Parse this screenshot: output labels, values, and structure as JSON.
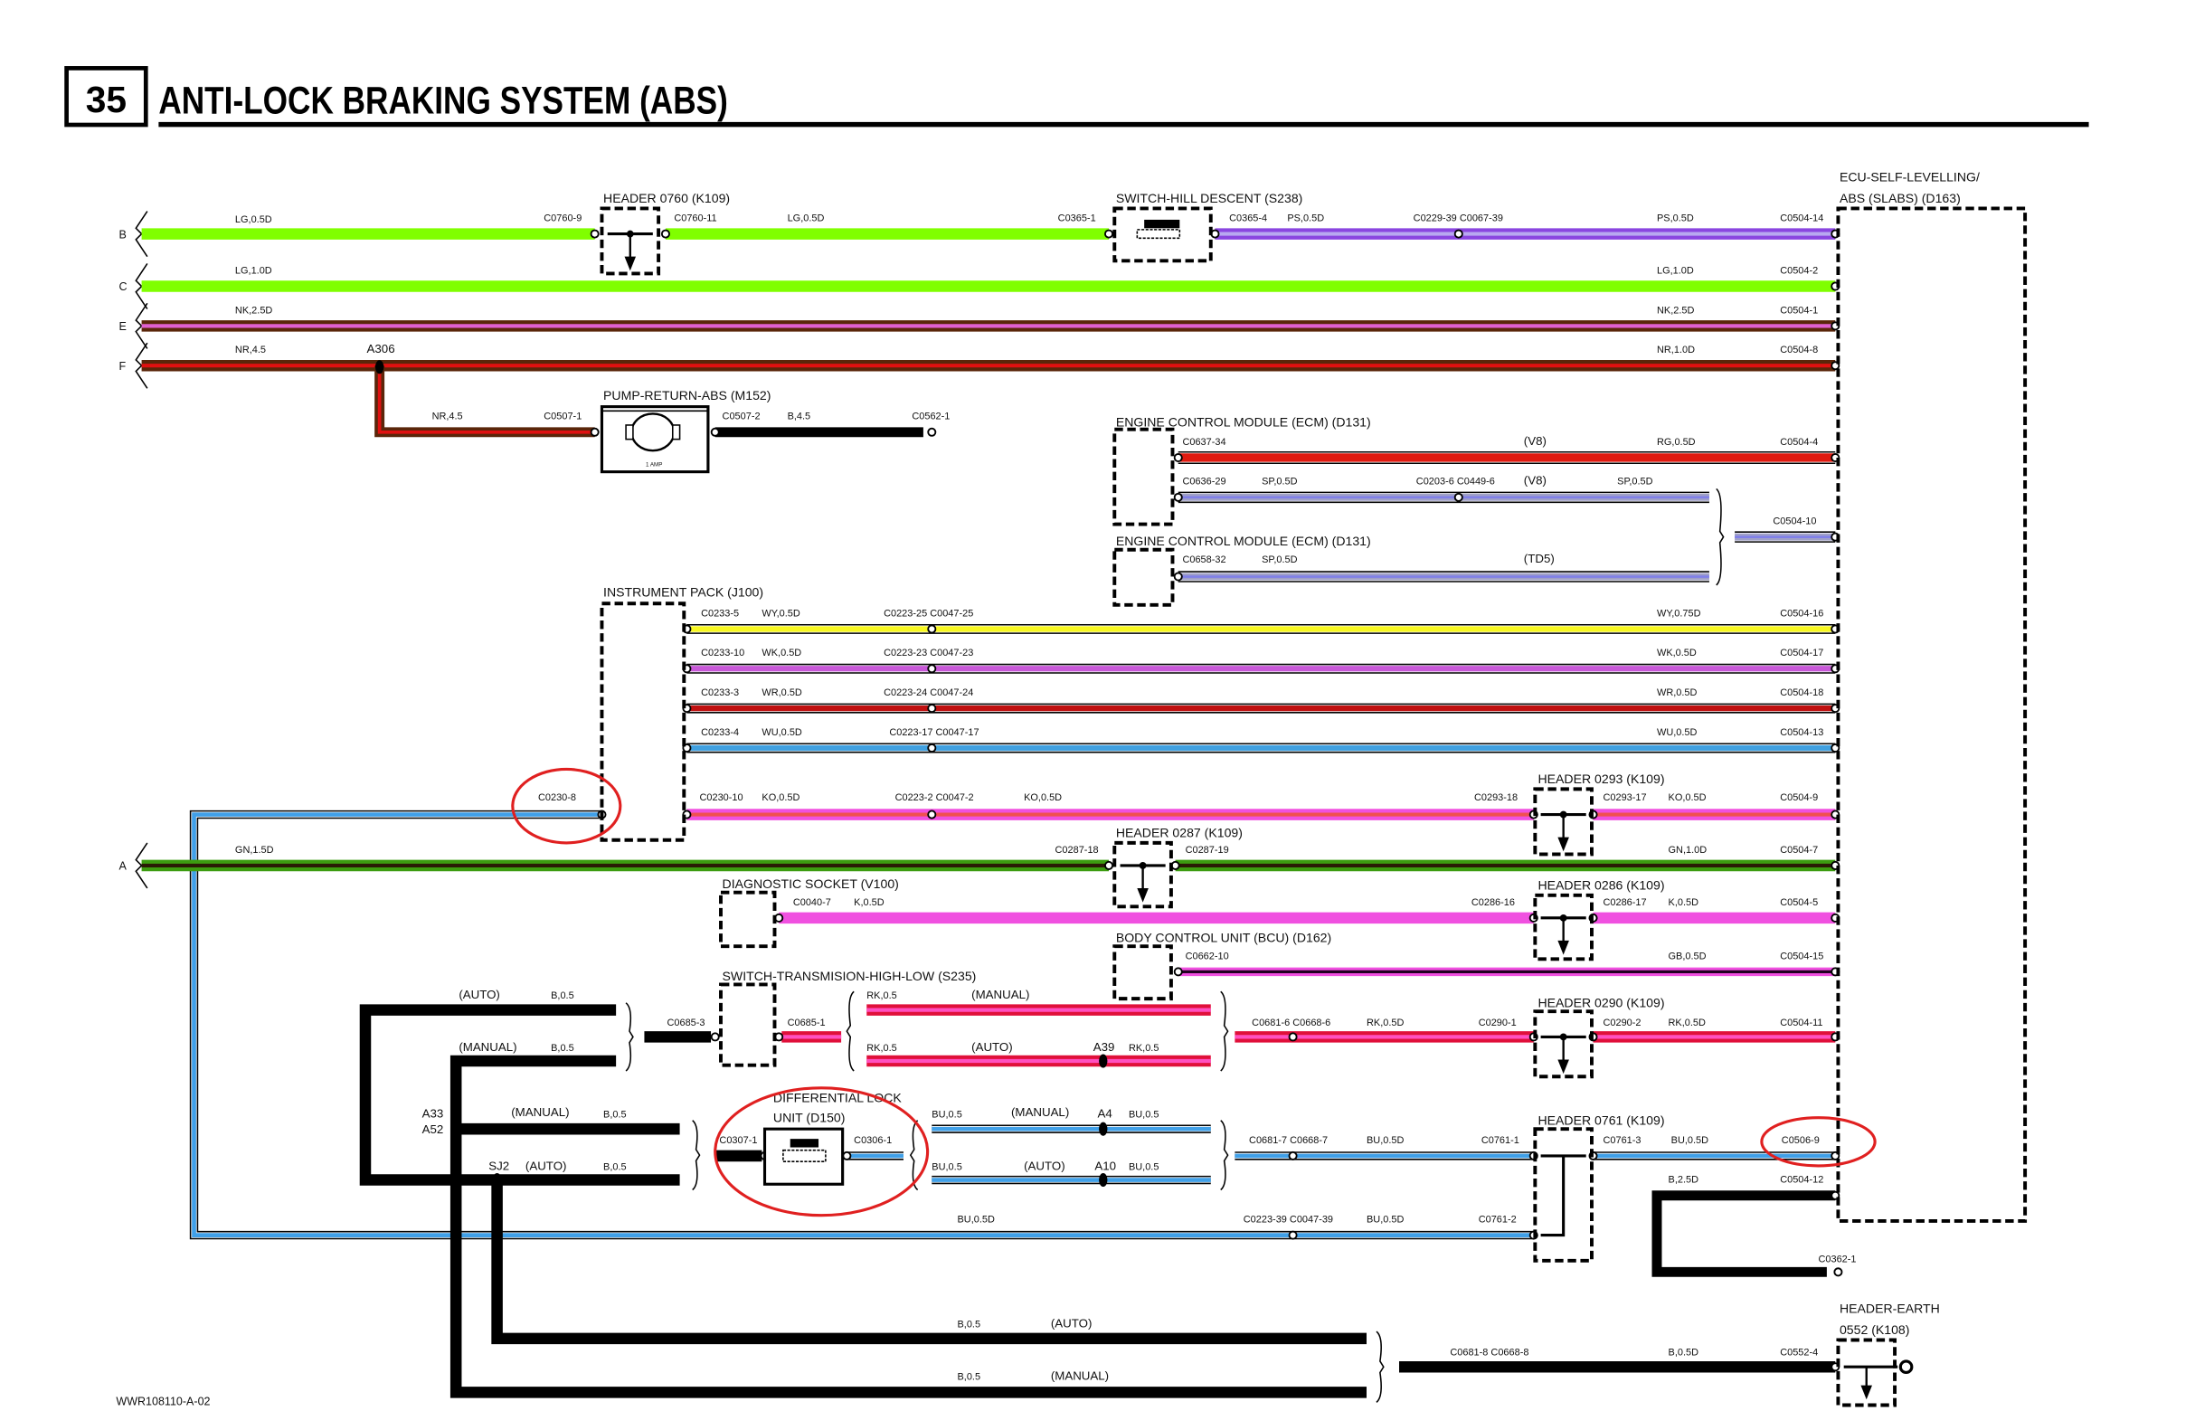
{
  "page": {
    "number": "35",
    "title": "ANTI-LOCK BRAKING SYSTEM (ABS)",
    "drawing_ref": "WWR108110-A-02"
  },
  "colors": {
    "lg": "#80ff00",
    "ps": "#8a45e0",
    "ps_stripe": "#b8a8f0",
    "brown": "#5a260a",
    "nk_stripe": "#e060d0",
    "nr_stripe": "#e01010",
    "red": "#e01a10",
    "sp": "#a0a0c8",
    "sp_stripe": "#8080e8",
    "wy": "#f8f820",
    "wk": "#c858d8",
    "wr": "#c01010",
    "wu": "#40a0e0",
    "ko": "#f050e0",
    "ko_stripe": "#f05050",
    "gn": "#3c9c10",
    "gn_stripe": "#2a1a05",
    "rk": "#e0103a",
    "rk_stripe": "#ff50c0",
    "bu": "#40a0e8",
    "black": "#000000",
    "annotation": "#e02020"
  },
  "buses": [
    "B",
    "C",
    "E",
    "F",
    "A"
  ],
  "components": [
    "HEADER 0760 (K109)",
    "SWITCH-HILL DESCENT (S238)",
    "ECU-SELF-LEVELLING/",
    "ABS (SLABS) (D163)",
    "PUMP-RETURN-ABS (M152)",
    "ENGINE CONTROL MODULE (ECM) (D131)",
    "ENGINE CONTROL MODULE (ECM) (D131)",
    "INSTRUMENT PACK (J100)",
    "HEADER 0293 (K109)",
    "HEADER 0287 (K109)",
    "DIAGNOSTIC SOCKET (V100)",
    "HEADER 0286 (K109)",
    "BODY CONTROL UNIT (BCU) (D162)",
    "SWITCH-TRANSMISION-HIGH-LOW (S235)",
    "HEADER 0290 (K109)",
    "DIFFERENTIAL LOCK",
    "UNIT (D150)",
    "HEADER 0761 (K109)",
    "HEADER-EARTH",
    "0552 (K108)",
    "1 AMP"
  ],
  "labels": [
    "LG,0.5D",
    "C0760-9",
    "C0760-11",
    "LG,0.5D",
    "C0365-1",
    "C0365-4",
    "PS,0.5D",
    "C0229-39 C0067-39",
    "PS,0.5D",
    "C0504-14",
    "LG,1.0D",
    "LG,1.0D",
    "C0504-2",
    "NK,2.5D",
    "NK,2.5D",
    "C0504-1",
    "NR,4.5",
    "A306",
    "NR,1.0D",
    "C0504-8",
    "NR,4.5",
    "C0507-1",
    "C0507-2",
    "B,4.5",
    "C0562-1",
    "C0637-34",
    "(V8)",
    "RG,0.5D",
    "C0504-4",
    "C0636-29",
    "SP,0.5D",
    "C0203-6 C0449-6",
    "(V8)",
    "SP,0.5D",
    "C0504-10",
    "C0658-32",
    "SP,0.5D",
    "(TD5)",
    "C0233-5",
    "WY,0.5D",
    "C0223-25 C0047-25",
    "WY,0.75D",
    "C0504-16",
    "C0233-10",
    "WK,0.5D",
    "C0223-23 C0047-23",
    "WK,0.5D",
    "C0504-17",
    "C0233-3",
    "WR,0.5D",
    "C0223-24 C0047-24",
    "WR,0.5D",
    "C0504-18",
    "C0233-4",
    "WU,0.5D",
    "C0223-17 C0047-17",
    "WU,0.5D",
    "C0504-13",
    "C0230-8",
    "C0230-10",
    "KO,0.5D",
    "C0223-2 C0047-2",
    "KO,0.5D",
    "C0293-18",
    "C0293-17",
    "KO,0.5D",
    "C0504-9",
    "GN,1.5D",
    "C0287-18",
    "C0287-19",
    "GN,1.0D",
    "C0504-7",
    "C0040-7",
    "K,0.5D",
    "C0286-16",
    "C0286-17",
    "K,0.5D",
    "C0504-5",
    "C0662-10",
    "GB,0.5D",
    "C0504-15",
    "(AUTO)",
    "B,0.5",
    "(MANUAL)",
    "B,0.5",
    "C0685-3",
    "C0685-1",
    "RK,0.5",
    "(MANUAL)",
    "RK,0.5",
    "(AUTO)",
    "A39",
    "RK,0.5",
    "C0681-6 C0668-6",
    "RK,0.5D",
    "C0290-1",
    "C0290-2",
    "RK,0.5D",
    "C0504-11",
    "A33",
    "A52",
    "(MANUAL)",
    "B,0.5",
    "SJ2",
    "(AUTO)",
    "B,0.5",
    "C0307-1",
    "C0306-1",
    "BU,0.5",
    "(MANUAL)",
    "A4",
    "BU,0.5",
    "BU,0.5",
    "(AUTO)",
    "A10",
    "BU,0.5",
    "C0681-7 C0668-7",
    "BU,0.5D",
    "C0761-1",
    "C0761-3",
    "BU,0.5D",
    "C0506-9",
    "B,2.5D",
    "C0504-12",
    "BU,0.5D",
    "C0223-39 C0047-39",
    "BU,0.5D",
    "C0761-2",
    "C0362-1",
    "B,0.5",
    "(AUTO)",
    "B,0.5",
    "(MANUAL)",
    "C0681-8 C0668-8",
    "B,0.5D",
    "C0552-4"
  ]
}
